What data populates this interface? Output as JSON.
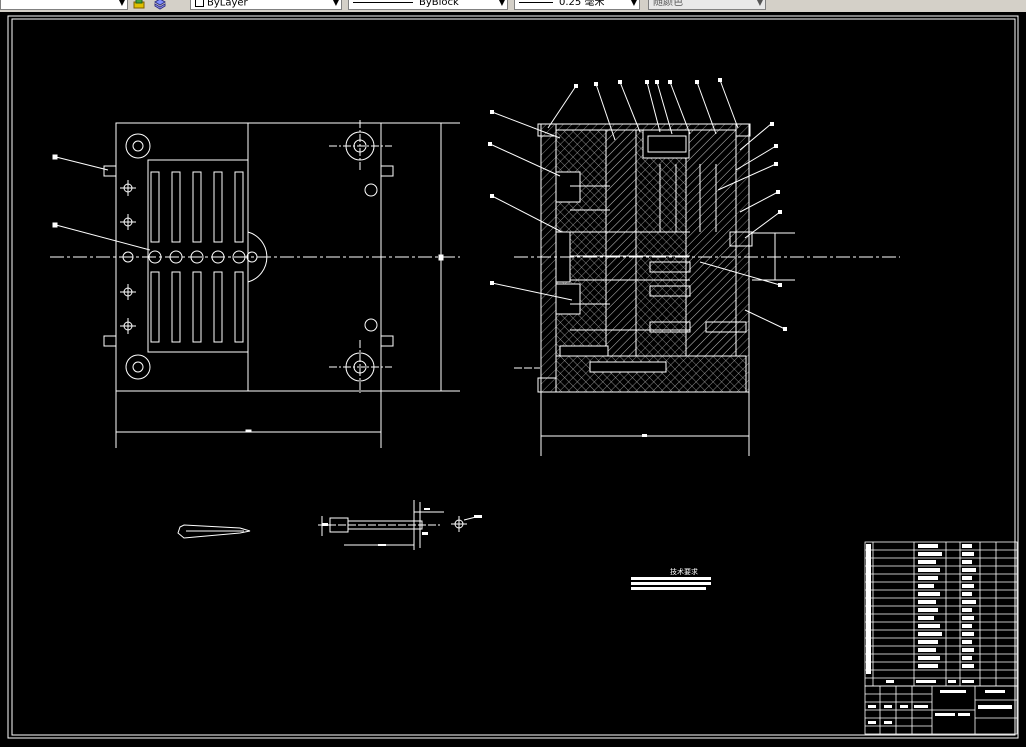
{
  "toolbar": {
    "layer_label": "ByLayer",
    "linetype_label": "ByBlock",
    "lineweight_label": "0.25 毫米",
    "color_label": "随颜色"
  },
  "drawing": {
    "tech_req_title": "技术要求",
    "colors": {
      "background": "#000000",
      "line": "#ffffff",
      "hatch": "#bfbfbf"
    }
  },
  "icons": [
    "layer-states-icon",
    "layers-icon",
    "dropdown-arrow-icon"
  ]
}
